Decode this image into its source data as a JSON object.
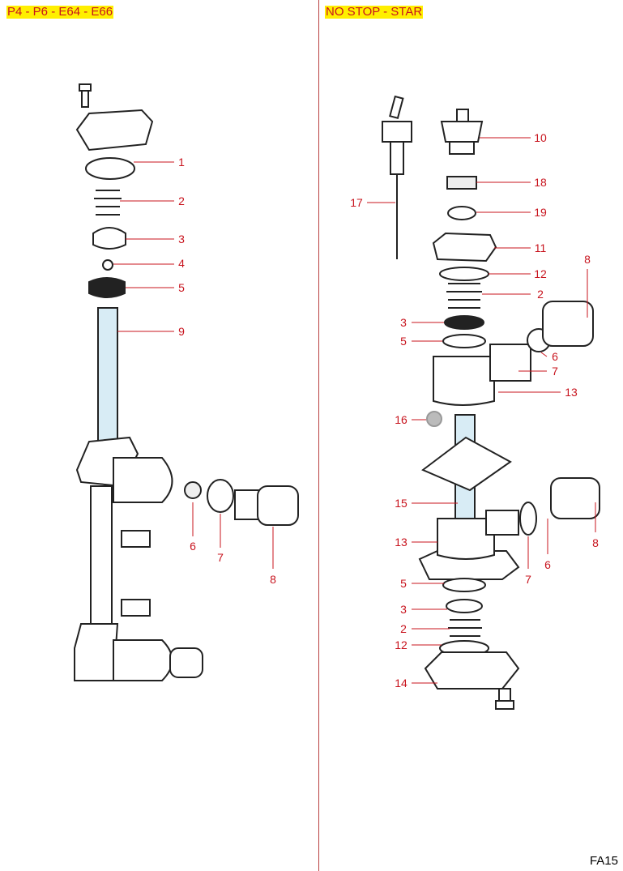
{
  "headers": {
    "left": "P4 - P6 - E64 - E66",
    "right": "NO STOP - STAR"
  },
  "page_code": "FA15",
  "left_labels": [
    "1",
    "2",
    "3",
    "4",
    "5",
    "9",
    "6",
    "7",
    "8"
  ],
  "right_labels": [
    "10",
    "18",
    "19",
    "11",
    "12",
    "2",
    "8",
    "3",
    "5",
    "6",
    "7",
    "13",
    "17",
    "16",
    "15",
    "13",
    "8",
    "6",
    "7",
    "5",
    "3",
    "2",
    "12",
    "14"
  ],
  "colors": {
    "label": "#c8141e",
    "highlight": "#ffef00"
  }
}
